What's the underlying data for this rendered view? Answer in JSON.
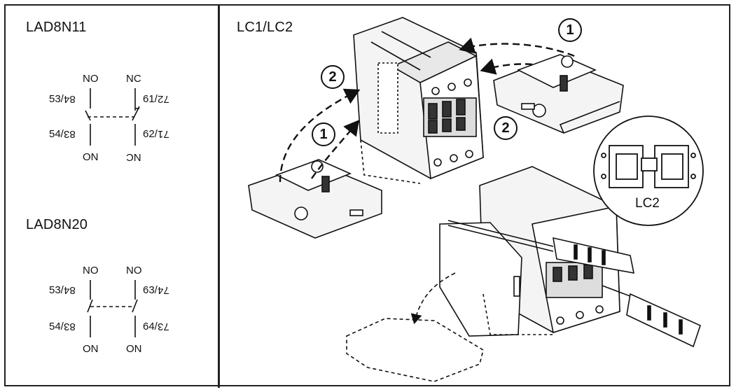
{
  "left_panel": {
    "top_block": {
      "title": "LAD8N11",
      "col1": {
        "head": "NO",
        "upper_label": "53/",
        "upper_flipped": "84",
        "lower_label": "54/",
        "lower_flipped": "83",
        "foot": "ON"
      },
      "col2": {
        "head": "NC",
        "upper_label": "61/",
        "upper_flipped": "72",
        "lower_label": "62/",
        "lower_flipped": "71",
        "foot": "NC"
      }
    },
    "bottom_block": {
      "title": "LAD8N20",
      "col1": {
        "head": "NO",
        "upper_label": "53/",
        "upper_flipped": "84",
        "lower_label": "54/",
        "lower_flipped": "83",
        "foot": "ON"
      },
      "col2": {
        "head": "NO",
        "upper_label": "63/",
        "upper_flipped": "74",
        "lower_label": "64/",
        "lower_flipped": "73",
        "foot": "ON"
      }
    }
  },
  "right_panel": {
    "title": "LC1/LC2",
    "callouts": [
      "1",
      "2",
      "1",
      "2"
    ],
    "inset_caption": "LC2"
  }
}
